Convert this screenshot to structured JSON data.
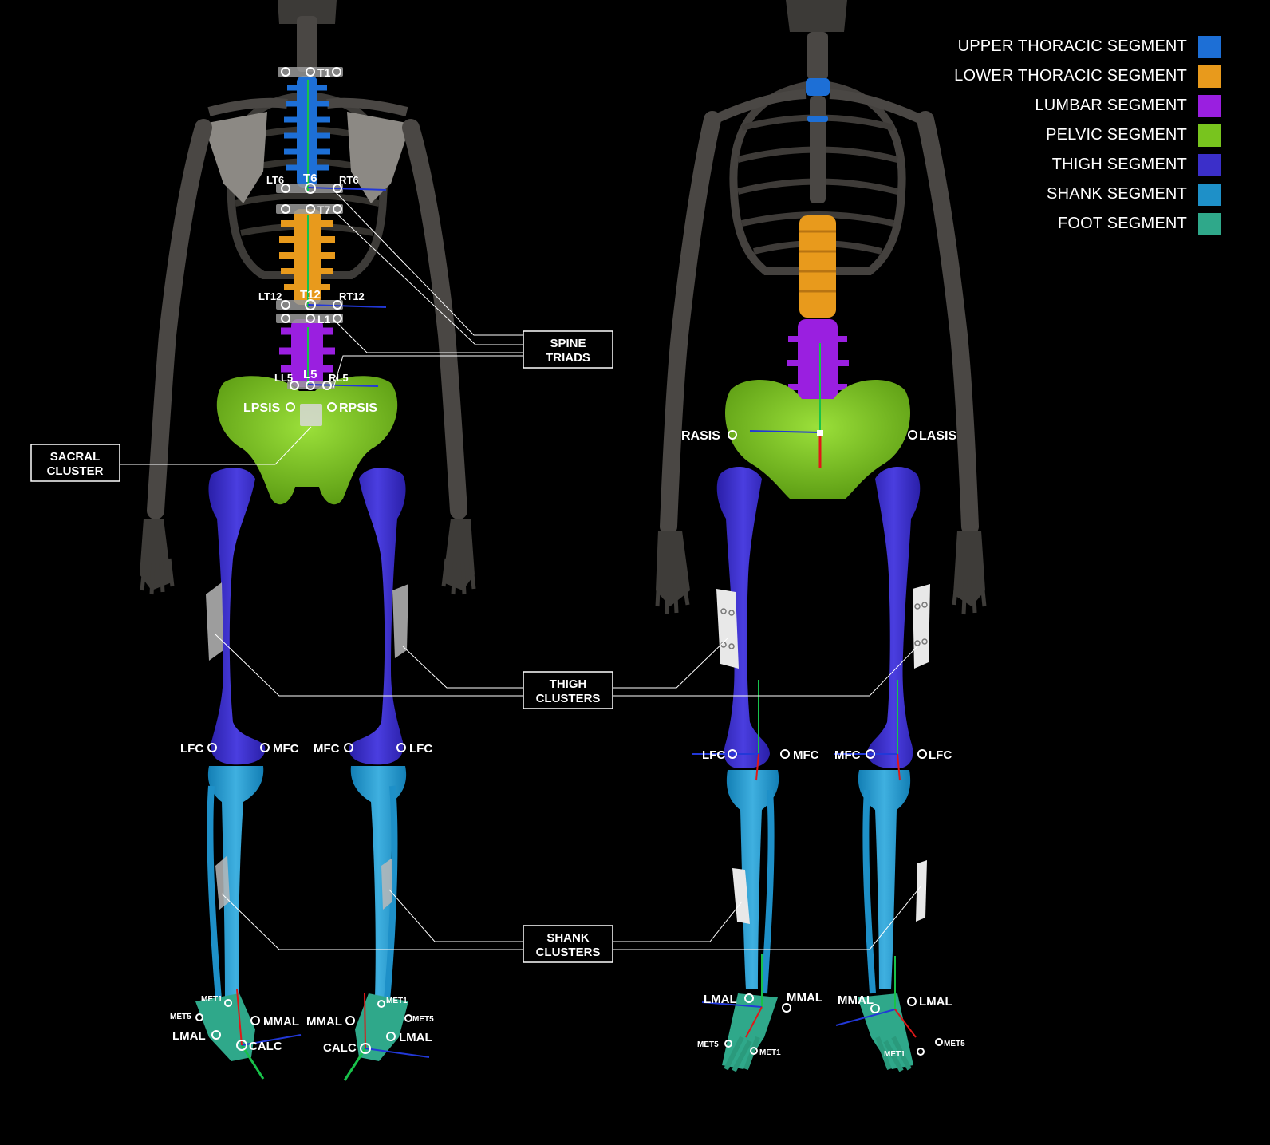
{
  "legend": [
    {
      "label": "UPPER THORACIC SEGMENT",
      "color": "#1d6fd6"
    },
    {
      "label": "LOWER THORACIC SEGMENT",
      "color": "#e89a1c"
    },
    {
      "label": "LUMBAR SEGMENT",
      "color": "#9a1fe0"
    },
    {
      "label": "PELVIC SEGMENT",
      "color": "#78c41e"
    },
    {
      "label": "THIGH SEGMENT",
      "color": "#3b2fc9"
    },
    {
      "label": "SHANK SEGMENT",
      "color": "#1e90c8"
    },
    {
      "label": "FOOT SEGMENT",
      "color": "#2fa88a"
    }
  ],
  "callouts": {
    "spine_triads": [
      "SPINE",
      "TRIADS"
    ],
    "sacral_cluster": [
      "SACRAL",
      "CLUSTER"
    ],
    "thigh_clusters": [
      "THIGH",
      "CLUSTERS"
    ],
    "shank_clusters": [
      "SHANK",
      "CLUSTERS"
    ]
  },
  "markers": {
    "t1": "T1",
    "t6": "T6",
    "lt6": "LT6",
    "rt6": "RT6",
    "t7": "T7",
    "t12": "T12",
    "lt12": "LT12",
    "rt12": "RT12",
    "l1": "L1",
    "l5": "L5",
    "ll5": "LL5",
    "rl5": "RL5",
    "lpsis": "LPSIS",
    "rpsis": "RPSIS",
    "rasis": "RASIS",
    "lasis": "LASIS",
    "lfc": "LFC",
    "mfc": "MFC",
    "mmal": "MMAL",
    "lmal": "LMAL",
    "calc": "CALC",
    "met1": "MET1",
    "met5": "MET5"
  },
  "colors": {
    "bone": "#3a3835",
    "bone_dark": "#2a2826",
    "callout_border": "#ffffff",
    "axis_green": "#18c24a",
    "axis_blue": "#2238d8",
    "axis_red": "#e01818"
  }
}
